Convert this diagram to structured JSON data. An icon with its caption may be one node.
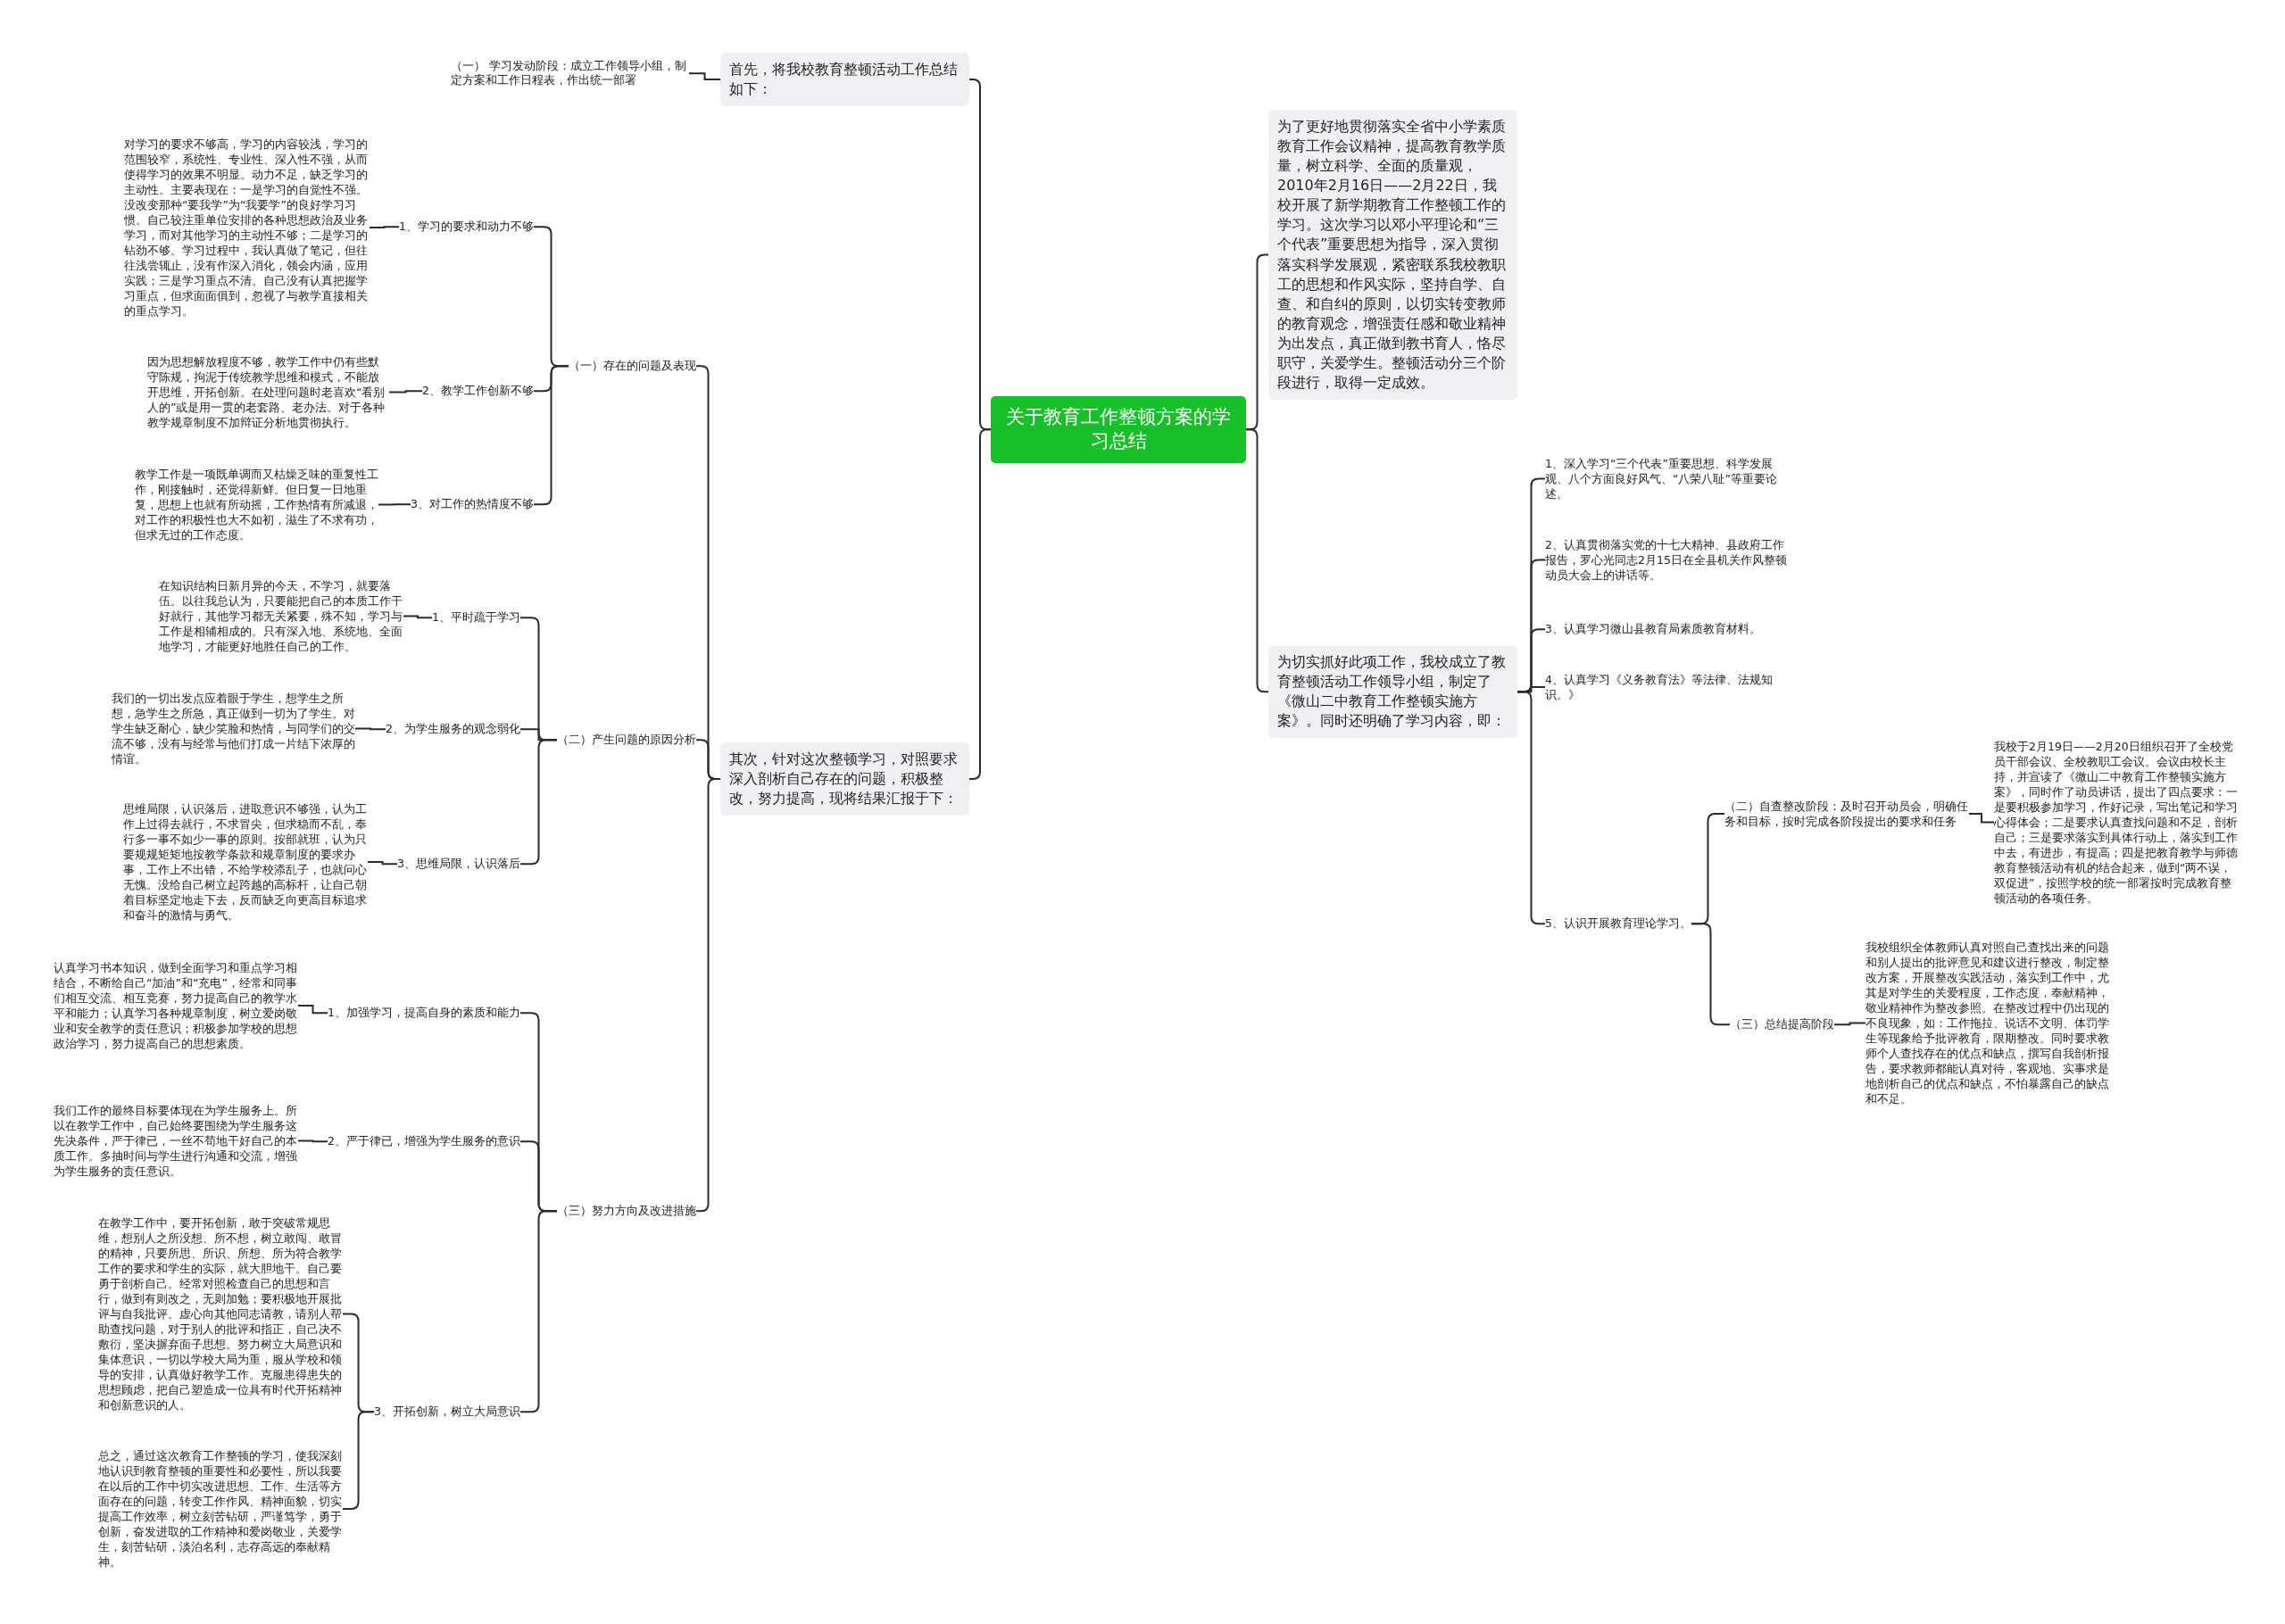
{
  "diagram": {
    "nodes": [
      {
        "text": [
          "关于教育工作整顿方案的学习总结"
        ]
      },
      {
        "text": [
          "首先，将我校教育整顿活动工作总结如下："
        ]
      },
      {
        "text": [
          "（一） 学习发动阶段：成立工作领导小组，制定方案和工作日程表，作出统一部署"
        ]
      },
      {
        "text": [
          "其次，针对这次整顿学习，对照要求深入剖析自己存在的问题，积极整改，努力提高，现将结果汇报于下："
        ]
      },
      {
        "text": [
          "（一）存在的问题及表现"
        ]
      },
      {
        "text": [
          "1、学习的要求和动力不够"
        ]
      },
      {
        "text": [
          "对学习的要求不够高，学习的内容较浅，学习的范围较窄，系统性、专业性、深入性不强，从而使得学习的效果不明显。动力不足，缺乏学习的主动性。主要表现在：一是学习的自觉性不强。没改变那种“要我学”为“我要学”的良好学习习惯。自己较注重单位安排的各种思想政治及业务学习，而对其他学习的主动性不够；二是学习的钻劲不够。学习过程中，我认真做了笔记，但往往浅尝辄止，没有作深入消化，领会内涵，应用实践；三是学习重点不清。自己没有认真把握学习重点，但求面面俱到，忽视了与教学直接相关的重点学习。"
        ]
      },
      {
        "text": [
          "2、教学工作创新不够"
        ]
      },
      {
        "text": [
          "因为思想解放程度不够，教学工作中仍有些默守陈规，拘泥于传统教学思维和模式，不能放开思维，开拓创新。在处理问题时老喜欢“看别人的”或是用一贯的老套路、老办法。对于各种教学规章制度不加辩证分析地贯彻执行。"
        ]
      },
      {
        "text": [
          "3、对工作的热情度不够"
        ]
      },
      {
        "text": [
          "教学工作是一项既单调而又枯燥乏味的重复性工作，刚接触时，还觉得新鲜。但日复一日地重复，思想上也就有所动摇，工作热情有所减退，对工作的积极性也大不如初，滋生了不求有功，但求无过的工作态度。"
        ]
      },
      {
        "text": [
          "（二）产生问题的原因分析"
        ]
      },
      {
        "text": [
          "1、平时疏于学习"
        ]
      },
      {
        "text": [
          "在知识结构日新月异的今天，不学习，就要落伍。以往我总认为，只要能把自己的本质工作干好就行，其他学习都无关紧要，殊不知，学习与工作是相辅相成的。只有深入地、系统地、全面地学习，才能更好地胜任自己的工作。"
        ]
      },
      {
        "text": [
          "2、为学生服务的观念弱化"
        ]
      },
      {
        "text": [
          "我们的一切出发点应着眼于学生，想学生之所想，急学生之所急，真正做到一切为了学生。对学生缺乏耐心，缺少笑脸和热情，与同学们的交流不够，没有与经常与他们打成一片结下浓厚的情谊。"
        ]
      },
      {
        "text": [
          "3、思维局限，认识落后"
        ]
      },
      {
        "text": [
          "思维局限，认识落后，进取意识不够强，认为工作上过得去就行，不求冒尖，但求稳而不乱，奉行多一事不如少一事的原则。按部就班，认为只要规规矩矩地按教学条款和规章制度的要求办事，工作上不出错，不给学校添乱子，也就问心无愧。没给自己树立起跨越的高标杆，让自己朝着目标坚定地走下去，反而缺乏向更高目标追求和奋斗的激情与勇气。"
        ]
      },
      {
        "text": [
          "（三）努力方向及改进措施"
        ]
      },
      {
        "text": [
          "1、加强学习，提高自身的素质和能力"
        ]
      },
      {
        "text": [
          "认真学习书本知识，做到全面学习和重点学习相结合，不断给自己“加油”和“充电”，经常和同事们相互交流、相互竞赛，努力提高自己的教学水平和能力；认真学习各种规章制度，树立爱岗敬业和安全教学的责任意识；积极参加学校的思想政治学习，努力提高自己的思想素质。"
        ]
      },
      {
        "text": [
          "2、严于律已，增强为学生服务的意识"
        ]
      },
      {
        "text": [
          "我们工作的最终目标要体现在为学生服务上。所以在教学工作中，自己始终要围绕为学生服务这先决条件，严于律已，一丝不苟地干好自己的本质工作。多抽时间与学生进行沟通和交流，增强为学生服务的责任意识。"
        ]
      },
      {
        "text": [
          "3、开拓创新，树立大局意识"
        ]
      },
      {
        "text": [
          "在教学工作中，要开拓创新，敢于突破常规思维，想别人之所没想、所不想，树立敢闯、敢冒的精神，只要所思、所识、所想、所为符合教学工作的要求和学生的实际，就大胆地干。自己要勇于剖析自己。经常对照检查自己的思想和言行，做到有则改之，无则加勉；要积极地开展批评与自我批评。虚心向其他同志请教，请别人帮助查找问题，对于别人的批评和指正，自己决不敷衍，坚决摒弃面子思想。努力树立大局意识和集体意识，一切以学校大局为重，服从学校和领导的安排，认真做好教学工作。克服患得患失的思想顾虑，把自己塑造成一位具有时代开拓精神和创新意识的人。"
        ]
      },
      {
        "text": [
          "总之，通过这次教育工作整顿的学习，使我深刻地认识到教育整顿的重要性和必要性，所以我要在以后的工作中切实改进思想、工作、生活等方面存在的问题，转变工作作风、精神面貌，切实提高工作效率，树立刻苦钻研，严谨笃学，勇于创新，奋发进取的工作精神和爱岗敬业，关爱学生，刻苦钻研，淡泊名利，志存高远的奉献精神。"
        ]
      },
      {
        "text": [
          "为了更好地贯彻落实全省中小学素质教育工作会议精神，提高教育教学质量，树立科学、全面的质量观，2010年2月16日——2月22日，我校开展了新学期教育工作整顿工作的学习。这次学习以邓小平理论和“三个代表”重要思想为指导，深入贯彻落实科学发展观，紧密联系我校教职工的思想和作风实际，坚持自学、自查、和自纠的原则，以切实转变教师的教育观念，增强责任感和敬业精神为出发点，真正做到教书育人，恪尽职守，关爱学生。整顿活动分三个阶段进行，取得一定成效。"
        ]
      },
      {
        "text": [
          "为切实抓好此项工作，我校成立了教育整顿活动工作领导小组，制定了《微山二中教育工作整顿实施方案》。同时还明确了学习内容，即："
        ]
      },
      {
        "text": [
          "1、深入学习“三个代表”重要思想、科学发展观、八个方面良好风气、“八荣八耻”等重要论述。"
        ]
      },
      {
        "text": [
          "2、认真贯彻落实党的十七大精神、县政府工作报告，罗心光同志2月15日在全县机关作风整顿动员大会上的讲话等。"
        ]
      },
      {
        "text": [
          "3、认真学习微山县教育局素质教育材料。"
        ]
      },
      {
        "text": [
          "4、认真学习《义务教育法》等法律、法规知识。》"
        ]
      },
      {
        "text": [
          "5、认识开展教育理论学习。"
        ]
      },
      {
        "text": [
          "（二）自查整改阶段：及时召开动员会，明确任务和目标，按时完成各阶段提出的要求和任务"
        ]
      },
      {
        "text": [
          "我校于2月19日——2月20日组织召开了全校党员干部会议、全校教职工会议。会议由校长主持，并宣读了《微山二中教育工作整顿实施方案》，同时作了动员讲话，提出了四点要求：一是要积极参加学习，作好记录，写出笔记和学习心得体会；二是要求认真查找问题和不足，剖析自己；三是要求落实到具体行动上，落实到工作中去，有进步，有提高；四是把教育教学与师德教育整顿活动有机的结合起来，做到“两不误，双促进”，按照学校的统一部署按时完成教育整顿活动的各项任务。"
        ]
      },
      {
        "text": [
          "（三）总结提高阶段"
        ]
      },
      {
        "text": [
          "我校组织全体教师认真对照自己查找出来的问题和别人提出的批评意见和建议进行整改，制定整改方案，开展整改实践活动，落实到工作中，尤其是对学生的关爱程度，工作态度，奉献精神，敬业精神作为整改参照。在整改过程中仍出现的不良现象，如：工作拖拉、说话不文明、体罚学生等现象给予批评教育，限期整改。同时要求教师个人查找存在的优点和缺点，撰写自我剖析报告，要求教师都能认真对待，客观地、实事求是地剖析自己的优点和缺点，不怕暴露自己的缺点和不足。"
        ]
      }
    ],
    "edges": [
      {
        "from": 0,
        "to": 1,
        "arrow": "none"
      },
      {
        "from": 0,
        "to": 3,
        "arrow": "none"
      },
      {
        "from": 1,
        "to": 2,
        "arrow": "none"
      },
      {
        "from": 3,
        "to": 4,
        "arrow": "none"
      },
      {
        "from": 3,
        "to": 11,
        "arrow": "none"
      },
      {
        "from": 3,
        "to": 18,
        "arrow": "none"
      },
      {
        "from": 4,
        "to": 5,
        "arrow": "none"
      },
      {
        "from": 4,
        "to": 7,
        "arrow": "none"
      },
      {
        "from": 4,
        "to": 9,
        "arrow": "none"
      },
      {
        "from": 5,
        "to": 6,
        "arrow": "none"
      },
      {
        "from": 7,
        "to": 8,
        "arrow": "none"
      },
      {
        "from": 9,
        "to": 10,
        "arrow": "none"
      },
      {
        "from": 11,
        "to": 12,
        "arrow": "none"
      },
      {
        "from": 11,
        "to": 14,
        "arrow": "none"
      },
      {
        "from": 11,
        "to": 16,
        "arrow": "none"
      },
      {
        "from": 12,
        "to": 13,
        "arrow": "none"
      },
      {
        "from": 14,
        "to": 15,
        "arrow": "none"
      },
      {
        "from": 16,
        "to": 17,
        "arrow": "none"
      },
      {
        "from": 18,
        "to": 19,
        "arrow": "none"
      },
      {
        "from": 18,
        "to": 21,
        "arrow": "none"
      },
      {
        "from": 18,
        "to": 23,
        "arrow": "none"
      },
      {
        "from": 19,
        "to": 20,
        "arrow": "none"
      },
      {
        "from": 21,
        "to": 22,
        "arrow": "none"
      },
      {
        "from": 23,
        "to": 24,
        "arrow": "none"
      },
      {
        "from": 23,
        "to": 25,
        "arrow": "none"
      },
      {
        "from": 0,
        "to": 26,
        "arrow": "none"
      },
      {
        "from": 0,
        "to": 27,
        "arrow": "none"
      },
      {
        "from": 27,
        "to": 28,
        "arrow": "none"
      },
      {
        "from": 27,
        "to": 29,
        "arrow": "none"
      },
      {
        "from": 27,
        "to": 30,
        "arrow": "none"
      },
      {
        "from": 27,
        "to": 31,
        "arrow": "none"
      },
      {
        "from": 27,
        "to": 32,
        "arrow": "none"
      },
      {
        "from": 32,
        "to": 33,
        "arrow": "none"
      },
      {
        "from": 32,
        "to": 35,
        "arrow": "none"
      },
      {
        "from": 33,
        "to": 34,
        "arrow": "none"
      },
      {
        "from": 35,
        "to": 36,
        "arrow": "none"
      }
    ]
  }
}
